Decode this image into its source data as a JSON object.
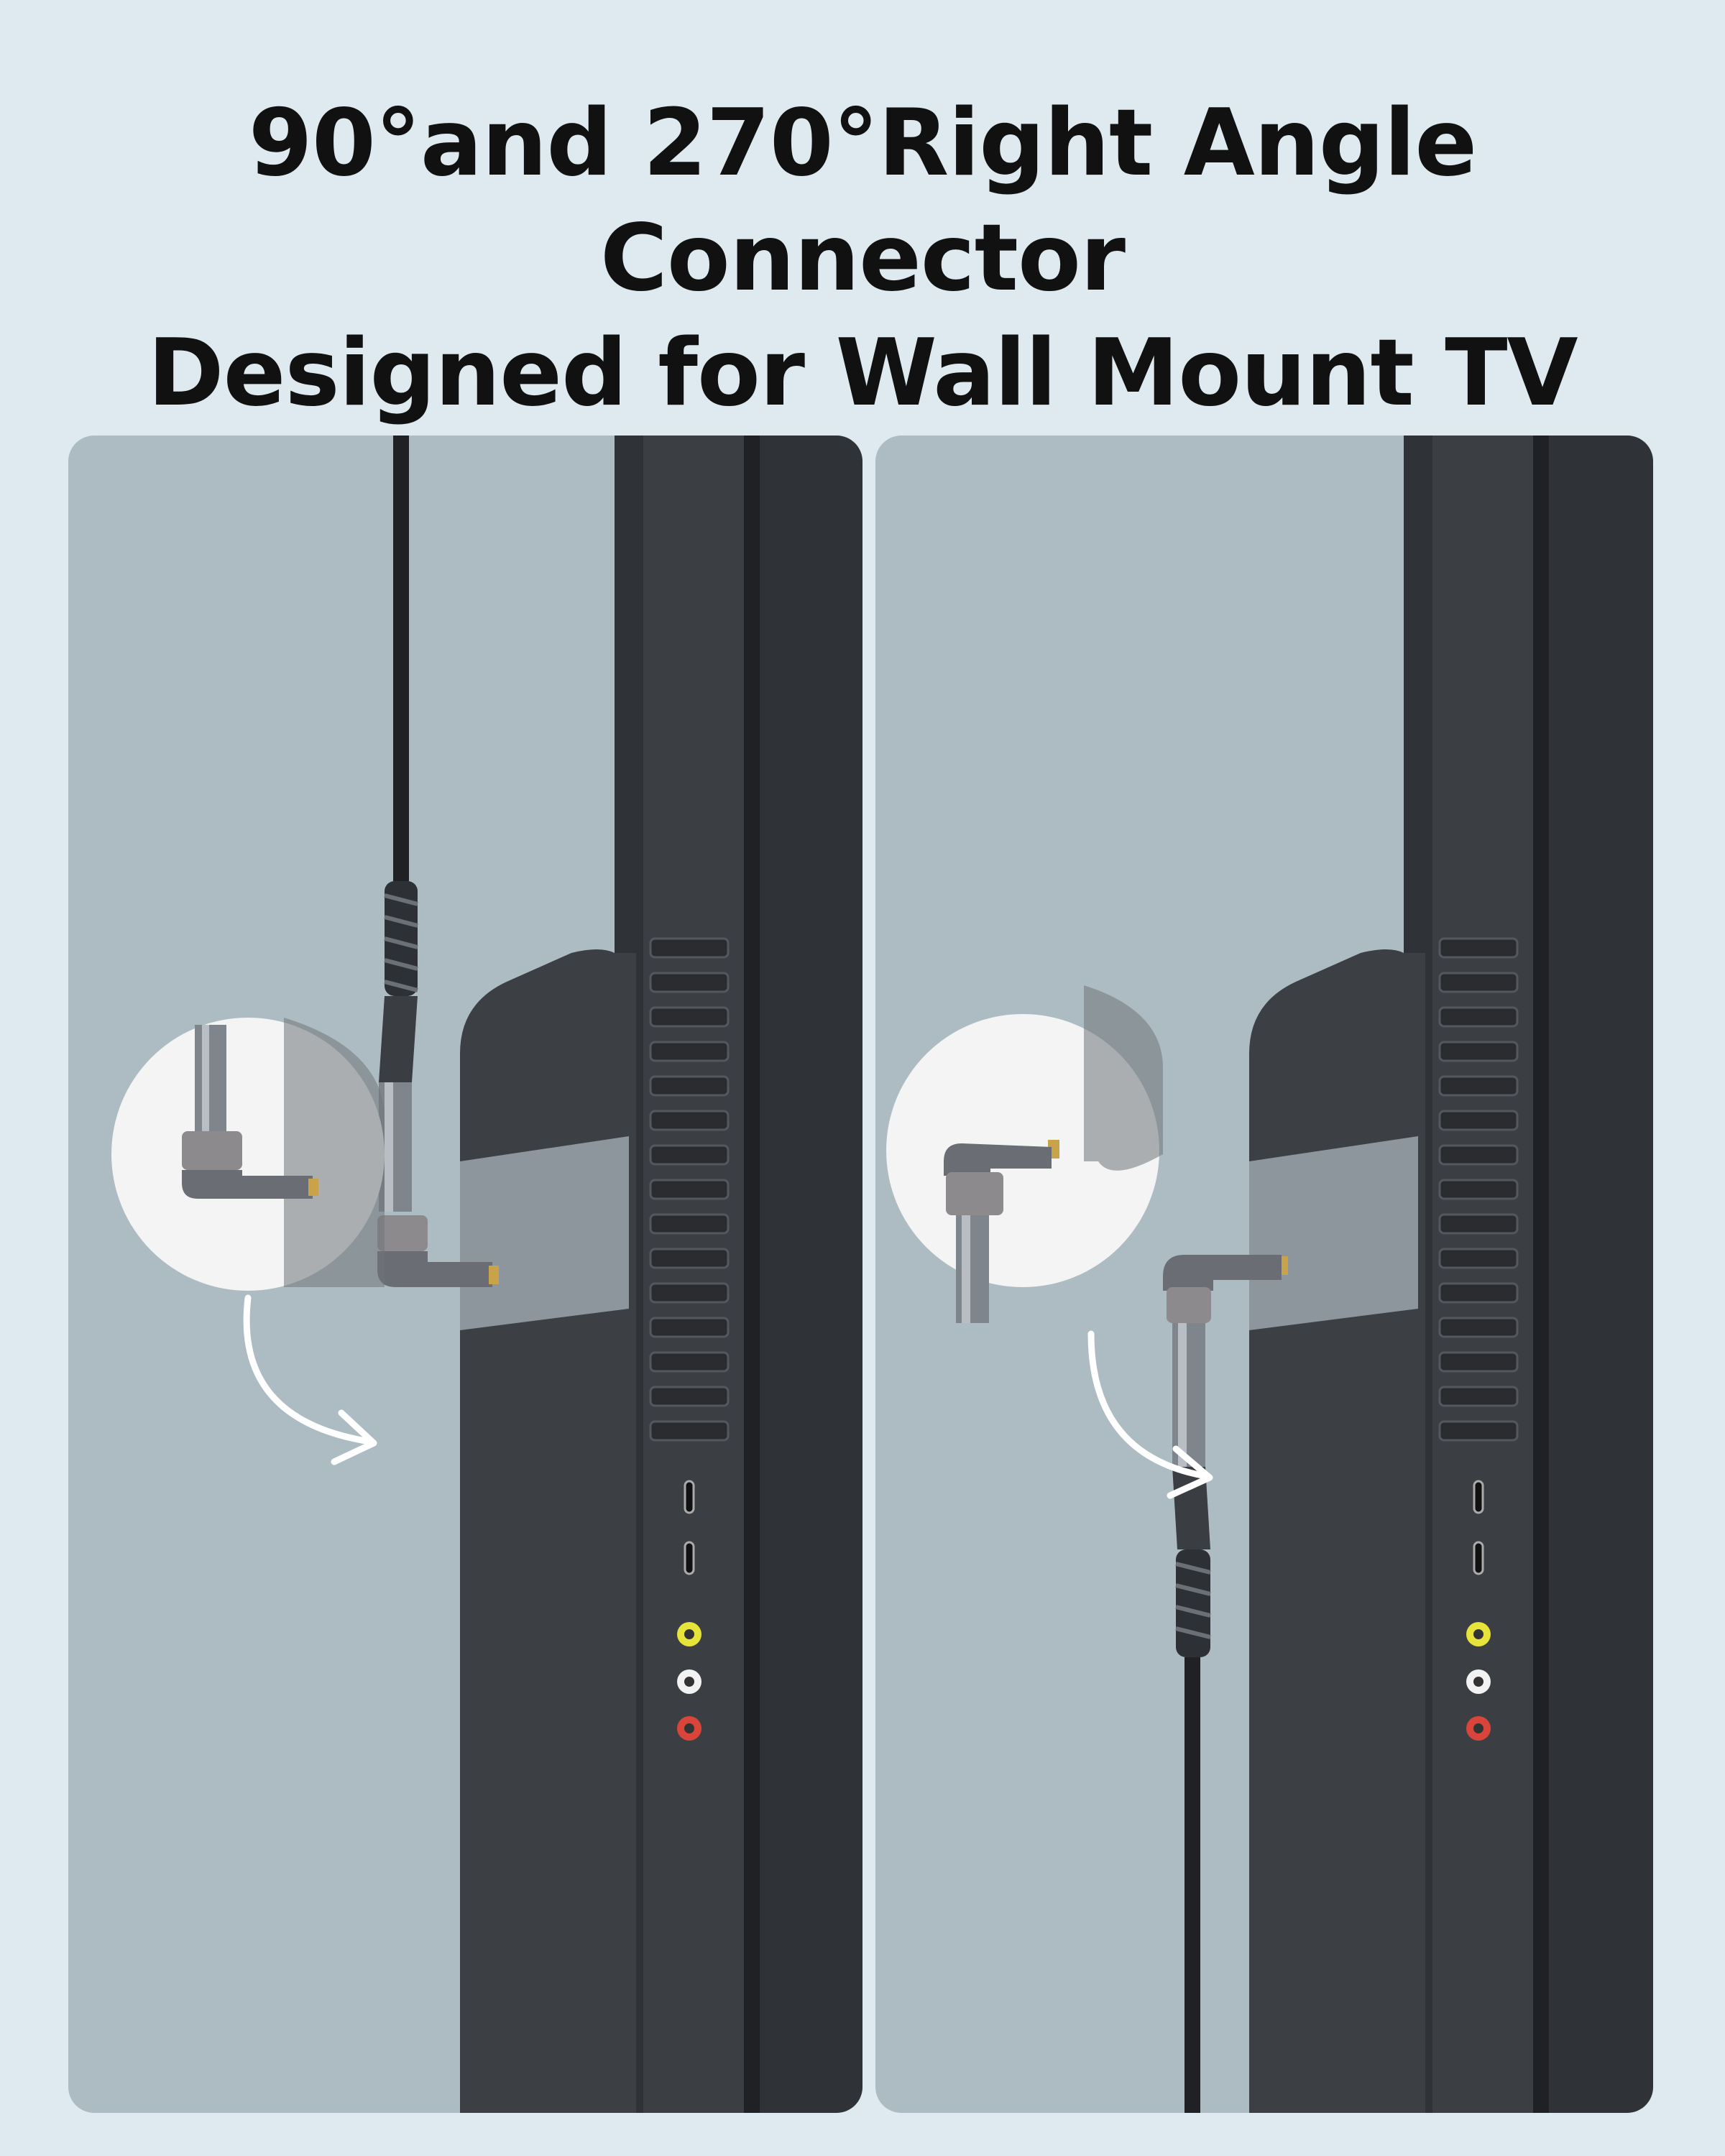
{
  "headline": {
    "line1": "90°and 270°Right Angle Connector",
    "line2": "Designed for Wall Mount TV"
  },
  "colors": {
    "background": "#deeaf0",
    "panel": "#adbcc3",
    "tv_body": "#3a3d42",
    "accent_band": "#8e969d",
    "port_yellow": "#e6e33a",
    "port_white": "#f2f2f2",
    "port_red": "#d9453a"
  },
  "panels": [
    {
      "name": "left",
      "connector_angle": "90°",
      "cable_direction": "up"
    },
    {
      "name": "right",
      "connector_angle": "270°",
      "cable_direction": "down"
    }
  ]
}
